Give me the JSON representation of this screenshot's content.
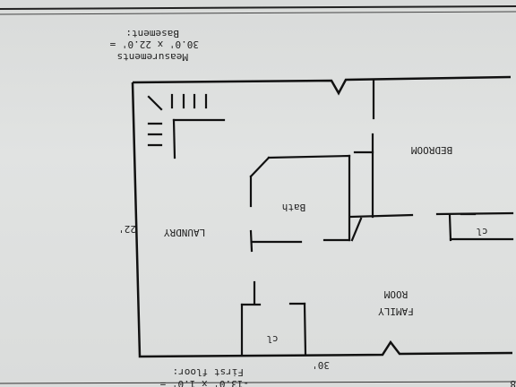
{
  "header": {
    "title": "Measurements",
    "dims": "30.0' x 22.0' =",
    "level": "Basement:"
  },
  "footer": {
    "level": "First floor:",
    "dims": "-13.0' x 1.0' =",
    "edge": "8"
  },
  "dimensions": {
    "width": "30'",
    "height": "22'"
  },
  "rooms": {
    "bedroom": "BEDROOM",
    "bath": "Bath",
    "laundry": "LAUNDRY",
    "family_line1": "FAMILY",
    "family_line2": "ROOM",
    "closet_left": "cl",
    "closet_right": "cl"
  },
  "colors": {
    "ink": "#1a1a1a",
    "paper": "#dcdedd"
  }
}
